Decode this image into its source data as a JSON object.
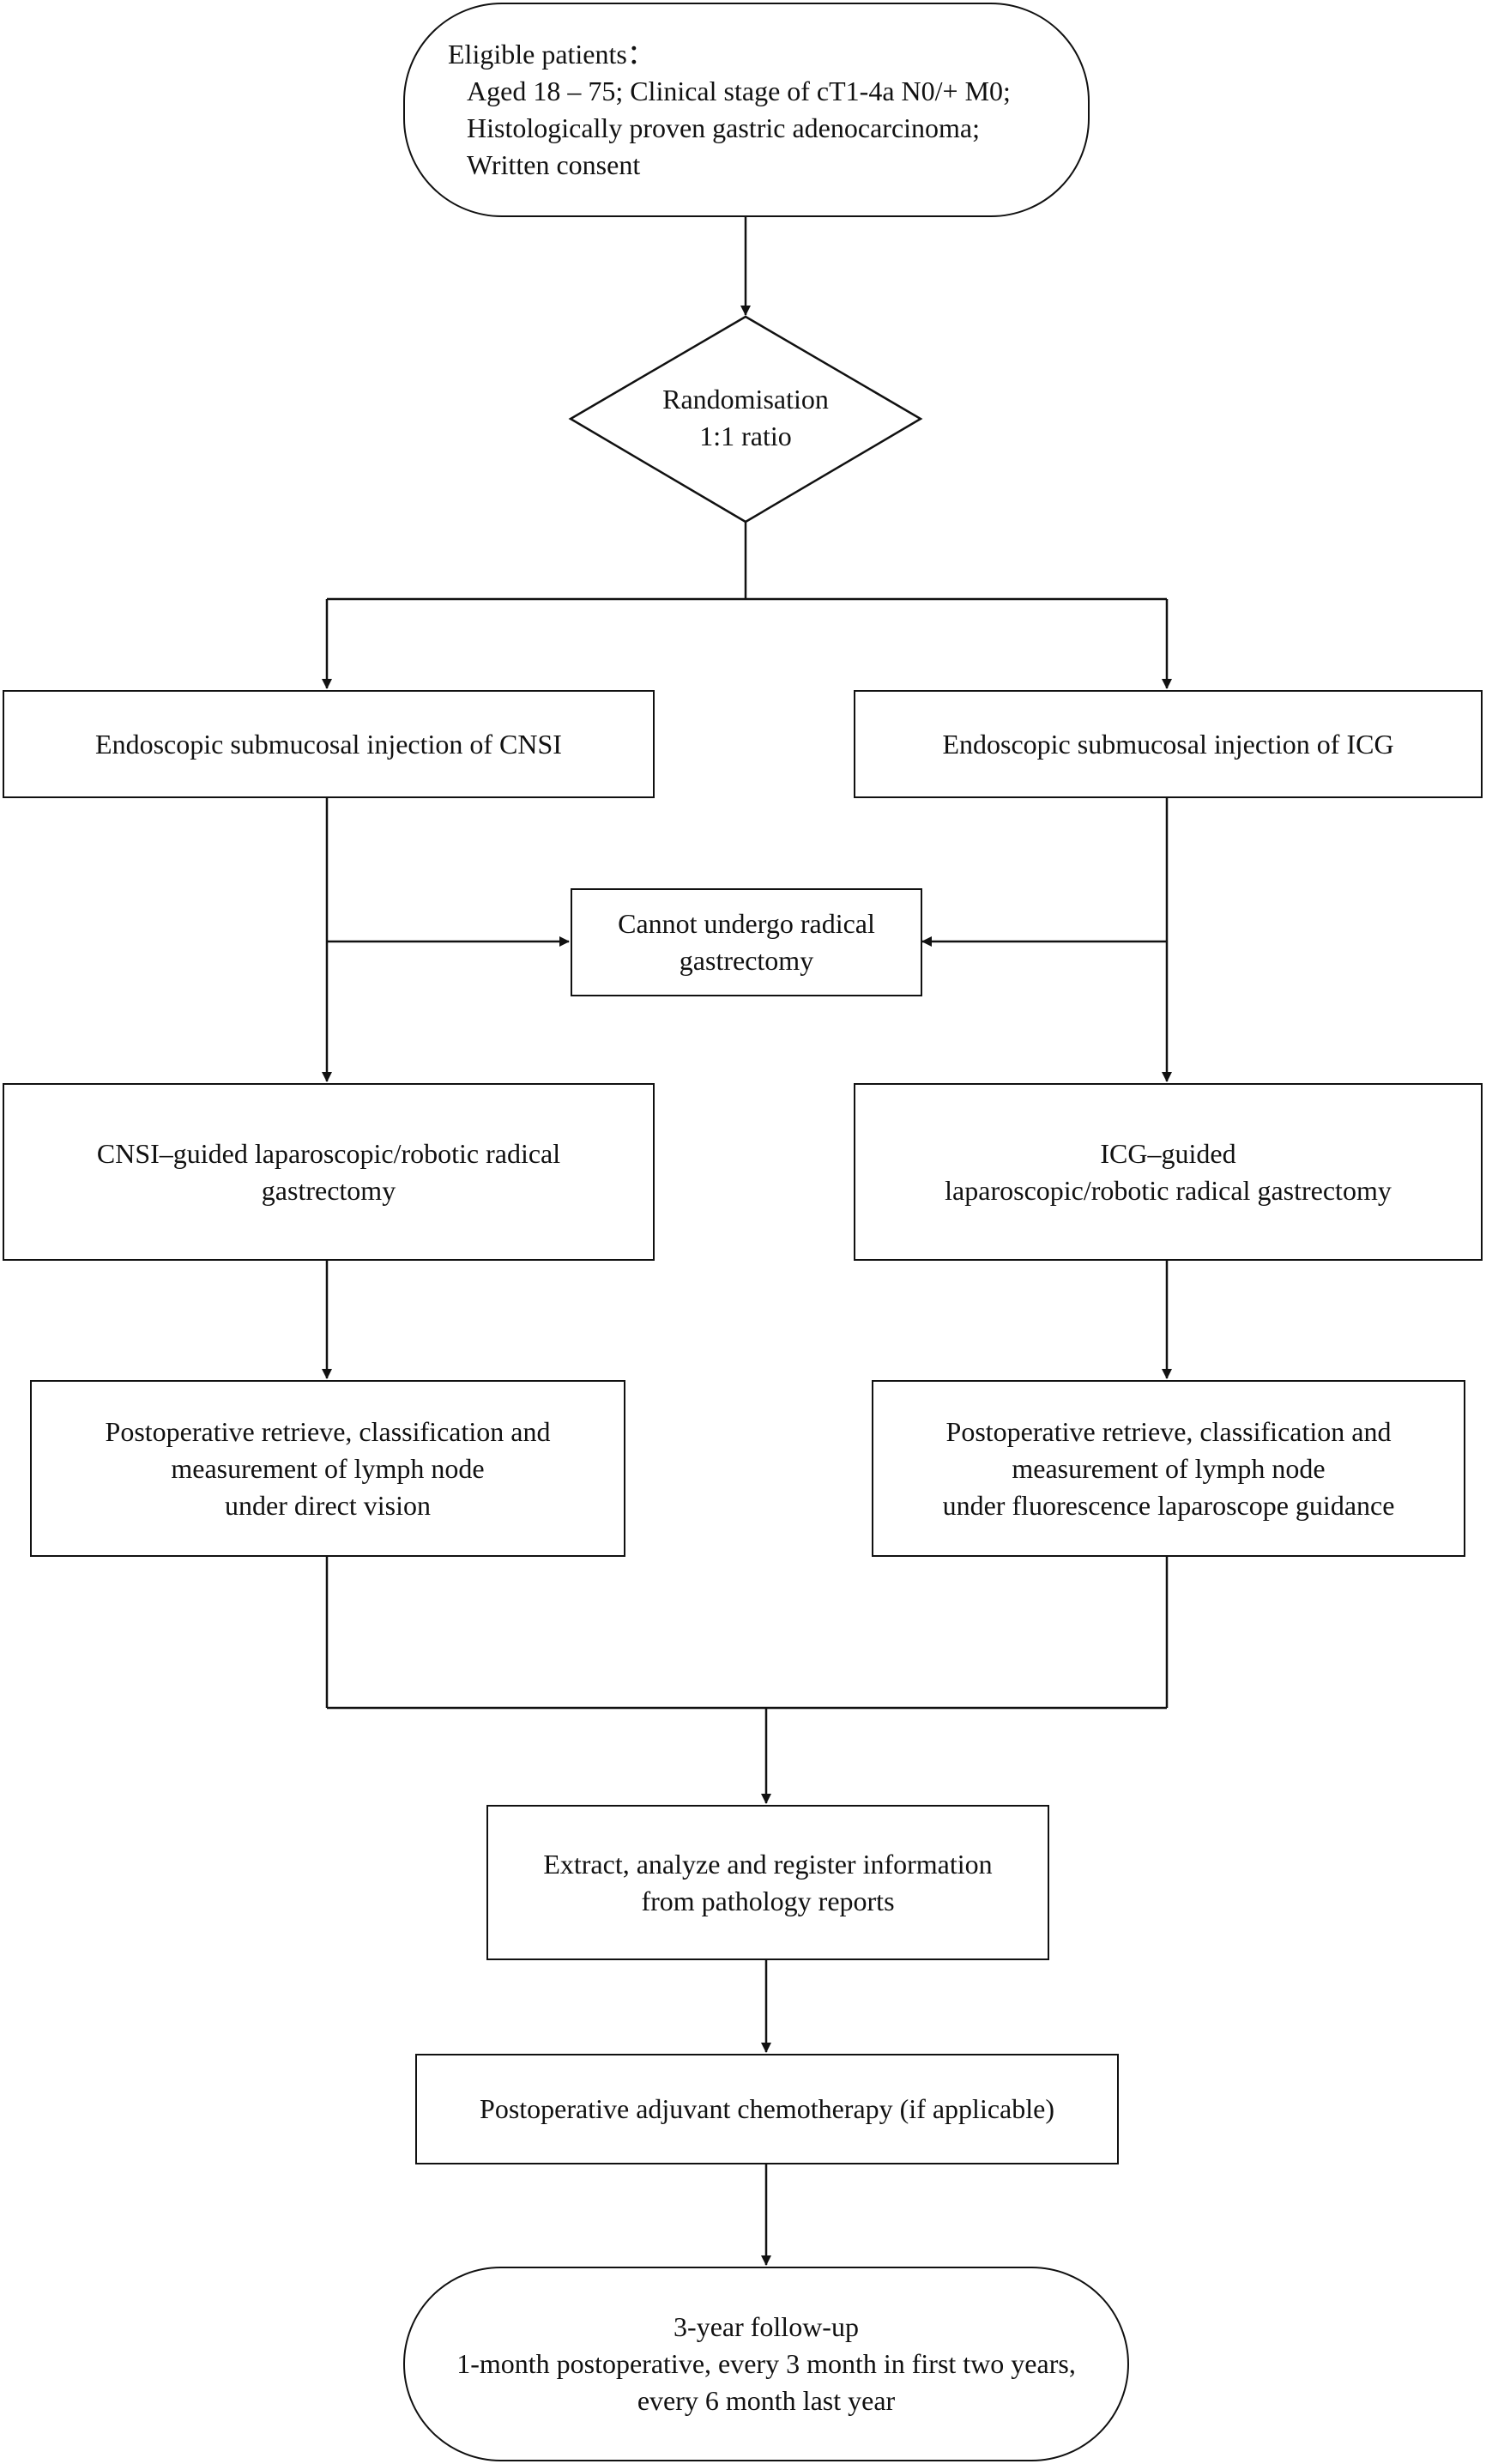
{
  "nodes": {
    "eligible": {
      "heading": "Eligible patients：",
      "lines": [
        "Aged 18 – 75; Clinical stage of cT1-4a N0/+ M0;",
        "Histologically proven gastric adenocarcinoma;",
        "Written  consent"
      ]
    },
    "randomisation": {
      "lines": [
        "Randomisation",
        "1:1 ratio"
      ]
    },
    "cnsi_injection": {
      "lines": [
        "Endoscopic submucosal injection of CNSI"
      ]
    },
    "icg_injection": {
      "lines": [
        "Endoscopic submucosal injection of ICG"
      ]
    },
    "cannot_undergo": {
      "lines": [
        "Cannot undergo radical",
        "gastrectomy"
      ]
    },
    "cnsi_gastrectomy": {
      "lines": [
        "CNSI–guided laparoscopic/robotic radical",
        "gastrectomy"
      ]
    },
    "icg_gastrectomy": {
      "lines": [
        "ICG–guided",
        "laparoscopic/robotic radical gastrectomy"
      ]
    },
    "cnsi_retrieve": {
      "lines": [
        "Postoperative retrieve, classification and",
        "measurement of lymph node",
        "under direct vision"
      ]
    },
    "icg_retrieve": {
      "lines": [
        "Postoperative retrieve, classification and",
        "measurement of lymph node",
        "under fluorescence laparoscope guidance"
      ]
    },
    "extract": {
      "lines": [
        "Extract, analyze and register information",
        "from pathology reports"
      ]
    },
    "chemo": {
      "lines": [
        "Postoperative adjuvant chemotherapy (if applicable)"
      ]
    },
    "followup": {
      "lines": [
        "3-year follow-up",
        "1-month postoperative, every 3 month in first two years,",
        "every 6 month last year"
      ]
    }
  }
}
